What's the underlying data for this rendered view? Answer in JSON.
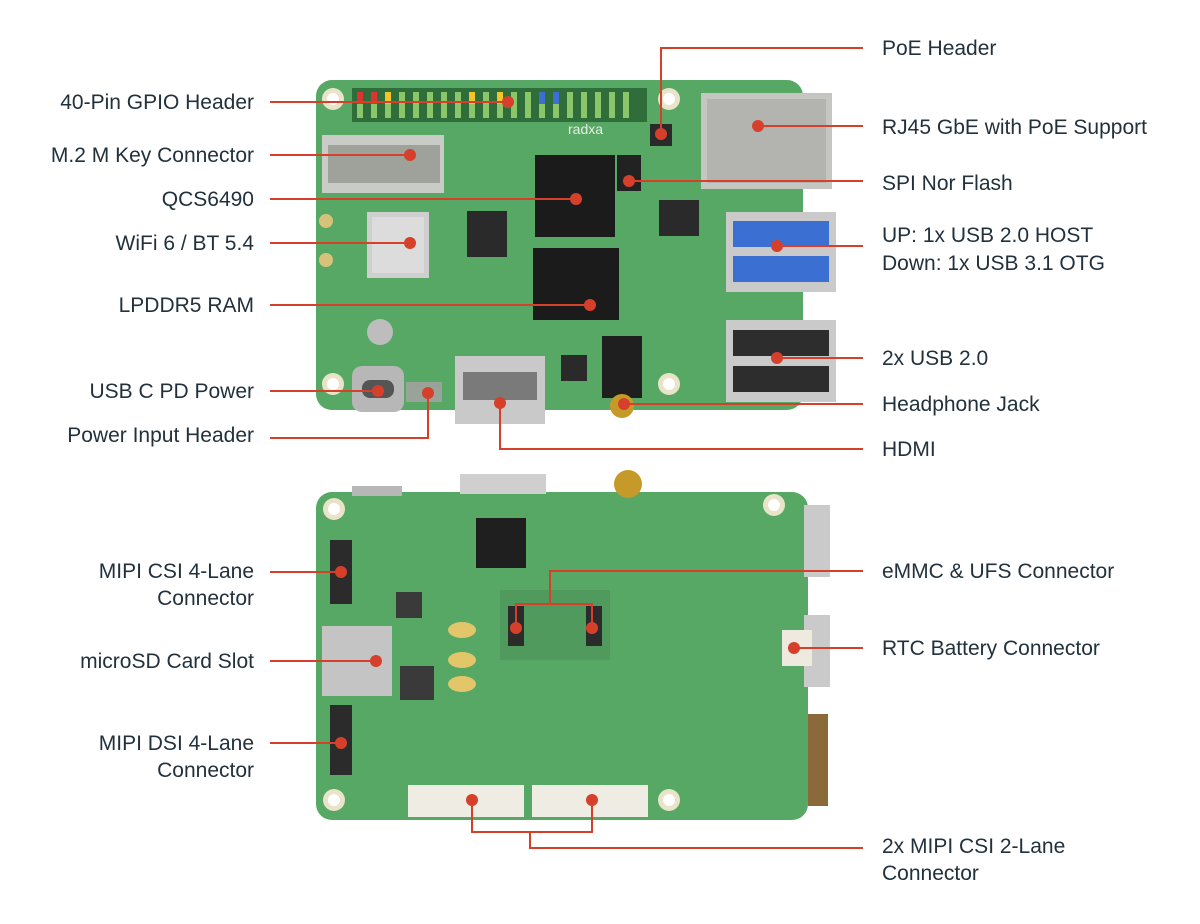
{
  "colors": {
    "pcb": "#57a865",
    "pcb_dark": "#3d8a4c",
    "leader": "#d6402a",
    "label_text": "#22313c",
    "metal": "#c9c9c9",
    "chip": "#1b1b1b"
  },
  "board_top": {
    "brand_marking": "radxa",
    "labels": {
      "gpio": "40-Pin GPIO Header",
      "m2": "M.2 M Key Connector",
      "soc": "QCS6490",
      "wifi": "WiFi 6 / BT 5.4",
      "ram": "LPDDR5 RAM",
      "usbc": "USB C PD Power",
      "power_header": "Power Input Header",
      "poe": "PoE Header",
      "rj45": "RJ45 GbE with PoE Support",
      "spi": "SPI Nor Flash",
      "usb_stack_1": "UP: 1x USB 2.0 HOST",
      "usb_stack_2": "Down: 1x USB 3.1 OTG",
      "usb2": "2x USB 2.0",
      "headphone": "Headphone Jack",
      "hdmi": "HDMI"
    }
  },
  "board_bottom": {
    "labels": {
      "csi4_1": "MIPI CSI 4-Lane",
      "csi4_2": "Connector",
      "sd": "microSD Card Slot",
      "dsi_1": "MIPI DSI 4-Lane",
      "dsi_2": "Connector",
      "emmc": "eMMC & UFS Connector",
      "rtc": "RTC Battery Connector",
      "csi2_1": "2x MIPI CSI 2-Lane",
      "csi2_2": "Connector"
    }
  }
}
